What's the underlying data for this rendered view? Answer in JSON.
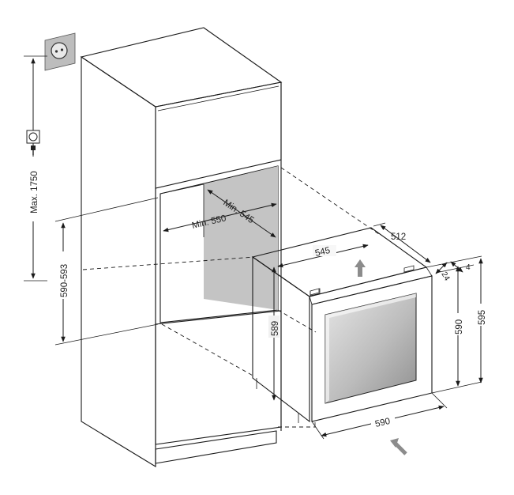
{
  "dimensions": {
    "max_height": "Max. 1750",
    "niche_height": "590-593",
    "min_width": "Min. 550",
    "min_depth": "Min. 545",
    "top_width": "545",
    "top_depth": "512",
    "side_height": "589",
    "front_height": "590",
    "total_height": "595",
    "bottom_width": "590",
    "small_a": "24",
    "small_b": "4"
  },
  "colors": {
    "line": "#1a1a1a",
    "cabinet_face": "#f6f6f6",
    "niche_interior": "#d2d2d2",
    "glass": "#9a9a9a",
    "glass_light": "#dadada",
    "arrow_gray": "#8c8c8c",
    "outlet_box": "#bdbdbd"
  },
  "icons": {
    "outlet": "power-outlet-icon",
    "plug": "plug-icon",
    "arrow_up": "up-arrow-icon",
    "arrow_insert": "insert-arrow-icon"
  }
}
